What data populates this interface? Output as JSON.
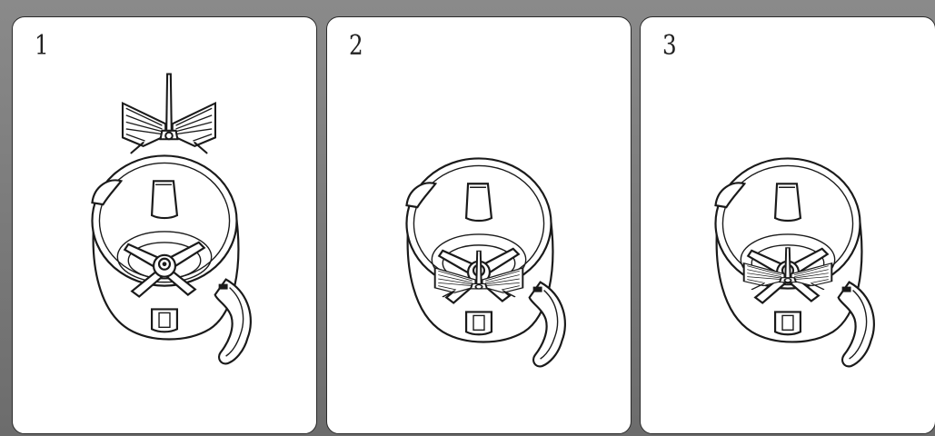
{
  "steps": [
    {
      "number": "1",
      "icon": "jug-with-blade-and-separate-whisk-attachment-icon"
    },
    {
      "number": "2",
      "icon": "jug-with-whisk-attachment-fitted-icon"
    },
    {
      "number": "3",
      "icon": "jug-with-whisk-attachment-seated-icon"
    }
  ]
}
